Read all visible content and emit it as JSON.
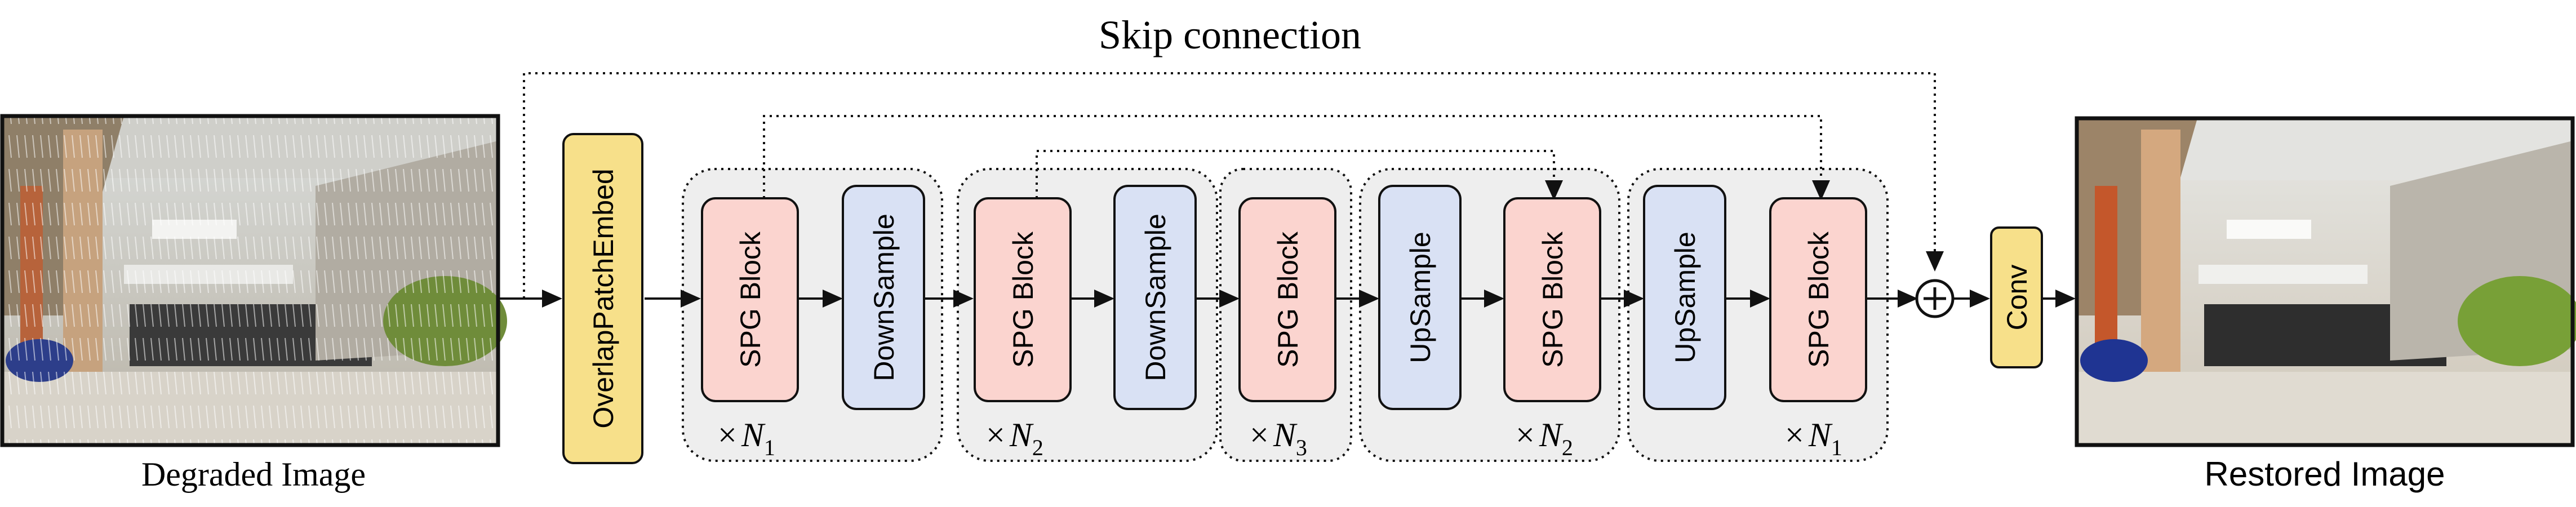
{
  "title": "Skip connection",
  "input": {
    "caption": "Degraded Image"
  },
  "output": {
    "caption": "Restored Image"
  },
  "embed": {
    "label": "OverlapPatchEmbed"
  },
  "conv": {
    "label": "Conv"
  },
  "stages": [
    {
      "blocks": [
        "SPG Block",
        "DownSample"
      ],
      "repeat": {
        "symbol": "×",
        "var": "N",
        "sub": "1"
      }
    },
    {
      "blocks": [
        "SPG Block",
        "DownSample"
      ],
      "repeat": {
        "symbol": "×",
        "var": "N",
        "sub": "2"
      }
    },
    {
      "blocks": [
        "SPG Block"
      ],
      "repeat": {
        "symbol": "×",
        "var": "N",
        "sub": "3"
      }
    },
    {
      "blocks": [
        "UpSample",
        "SPG Block"
      ],
      "repeat": {
        "symbol": "×",
        "var": "N",
        "sub": "2"
      }
    },
    {
      "blocks": [
        "UpSample",
        "SPG Block"
      ],
      "repeat": {
        "symbol": "×",
        "var": "N",
        "sub": "1"
      }
    }
  ],
  "colors": {
    "spg_fill": "#fbd4cf",
    "sample_fill": "#d9e1f4",
    "yellow_fill": "#f7e08a",
    "group_fill": "#eeeeee",
    "line": "#111111"
  },
  "icons": {
    "add_node": "circled-plus-icon",
    "input_image": "rainy-building-photo",
    "output_image": "clean-building-photo"
  }
}
